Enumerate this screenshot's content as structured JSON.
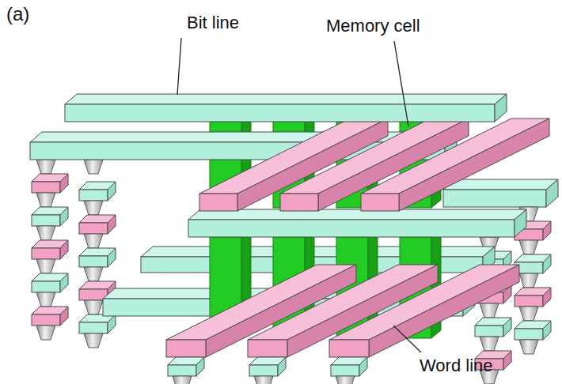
{
  "diagram": {
    "labels": [
      "(a)",
      "Bit line",
      "Memory cell",
      "Word line"
    ]
  }
}
